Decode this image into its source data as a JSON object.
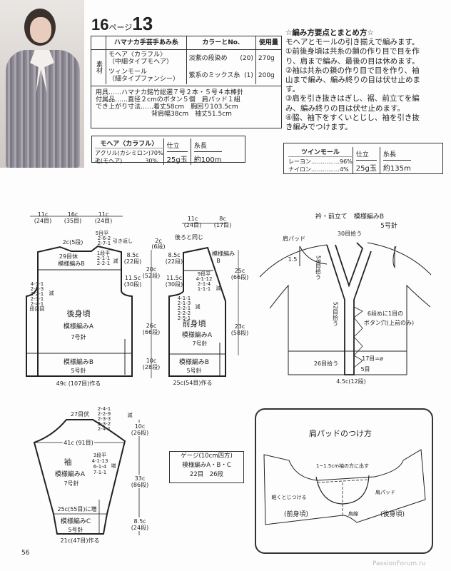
{
  "header": {
    "page_ref": "16",
    "page_ref_suffix": "ページ",
    "pattern_no": "13"
  },
  "materials": {
    "label": "素材",
    "headers": [
      "ハマナカ手芸手あみ糸",
      "カラーとNo.",
      "使用量"
    ],
    "rows": [
      {
        "yarn1": "モヘア〈カラフル〉",
        "yarn2": "（中細タイプモヘア）",
        "color": "淡紫の段染め",
        "no": "(20)",
        "amount": "270g"
      },
      {
        "yarn1": "ツィンモール",
        "yarn2": "（細タイプファンシー）",
        "color": "紫系のミックス糸",
        "no": "(1)",
        "amount": "200g"
      }
    ],
    "tools": [
      "用具……ハマナカ銘竹総選７号２本・５号４本棒針",
      "付属品……直径２cmのボタン５個　肩パッド１組",
      "でき上がり寸法……着丈58cm　胸回り103.5cm",
      "背肩幅38cm　袖丈51.5cm"
    ]
  },
  "instructions": {
    "title": "☆編み方要点とまとめ方☆",
    "lines": [
      "モヘアとモールの引き揃えで編みます。",
      "①前後身頃は共糸の鎖の作り目で目を作",
      "り、肩まで編み、最後の目は休めます。",
      "②袖は共糸の鎖の作り目で目を作り、袖",
      "山まで編み、編み終りの目は伏せ止めま",
      "す。",
      "③肩を引き抜きはぎし、裾、前立てを編",
      "み、編み終りの目は伏せ止めます。",
      "④脇、袖下をすくいとじし、袖を引き抜",
      "き編みでつけます。"
    ]
  },
  "yarn_specs": [
    {
      "name": "モヘア〈カラフル〉",
      "comp": [
        "アクリル(カシミロン)70%",
        "毛(モヘア)…………30%"
      ],
      "h1": "仕立",
      "h2": "糸長",
      "ball": "25g玉",
      "length": "約100m"
    },
    {
      "name": "ツインモール",
      "comp": [
        "レーヨン……………96%",
        "ナイロン……………4%"
      ],
      "h1": "仕立",
      "h2": "糸長",
      "ball": "25g玉",
      "length": "約135m"
    }
  ],
  "back": {
    "w1": "11c",
    "w1s": "(24目)",
    "w2": "16c",
    "w2s": "(35目)",
    "w3": "11c",
    "w3s": "(24目)",
    "neck": "2c(5段)",
    "bo": "29目休",
    "sh1": "5目平",
    "sh2": "2-6-2",
    "sh3": "2-7-1",
    "sh_note": "引き返し",
    "nk1": "1段平",
    "nk2": "2-1-1",
    "nk3": "2-2-1",
    "dec": "減",
    "ah": "8.5c",
    "ahs": "(22段)",
    "ah2": "11.5c",
    "ah2s": "(30段)",
    "arm": [
      "4-1-1",
      "2-1-3",
      "2-2-1",
      "2-3-1",
      "2-4-1",
      "段目回"
    ],
    "name": "後身頃",
    "patA": "模様編みA",
    "needleA": "7号針",
    "patB": "模様編みB",
    "needleB": "5号針",
    "bottom": "49c (107目)作る"
  },
  "front": {
    "w1": "11c",
    "w1s": "(24目)",
    "w2": "8c",
    "w2s": "(17目)",
    "same": "後ろと同じ",
    "d1": "2c",
    "d1s": "(6段)",
    "d2": "20c",
    "d2s": "(52段)",
    "d3": "26c",
    "d3s": "(66段)",
    "d4": "10c",
    "d4s": "(28段)",
    "r1": "25c",
    "r1s": "(66段)",
    "r2": "23c",
    "r2s": "(58段)",
    "ah": "8.5c",
    "ahs": "(22段)",
    "ah2": "11.5c",
    "ah2s": "(30段)",
    "nk": [
      "9段平",
      "4-1-12",
      "2-1-4",
      "1-1-1"
    ],
    "arm": [
      "4-1-1",
      "2-1-3",
      "2-2-1",
      "2-2-2",
      "2-5-1"
    ],
    "dec": "減",
    "patBtop": "模様編み",
    "patBtopB": "B",
    "name": "前身頃",
    "patA": "模様編みA",
    "needleA": "7号針",
    "patB": "模様編みB",
    "needleB": "5号針",
    "bottom": "25c(54目)作る"
  },
  "collar": {
    "title": "衿・前立て　模様編みB",
    "needle": "5号針",
    "pick30": "30目拾う",
    "pad": "肩パッド",
    "pad_off": "1.5",
    "pick58": "58目拾う",
    "pick52": "52目拾う",
    "bh1": "6段めに1目の",
    "bh2": "ボタン穴(上前のみ)",
    "st17": "17目=ø",
    "pick26": "26目拾う",
    "st5": "5目",
    "band": "4.5c(12段)",
    "bh": "ø"
  },
  "sleeve": {
    "bo": "27目伏",
    "cap": [
      "2-4-1",
      "2-2-9",
      "2-3-3",
      "2-3-2",
      "2-4-1"
    ],
    "dec": "減",
    "width": "41c (91目)",
    "name": "袖",
    "patA": "模様編みA",
    "needleA": "7号針",
    "inc": [
      "3段平",
      "4-1-13",
      "6-1-4",
      "7-1-1"
    ],
    "incl": "増",
    "cuffw": "25c(55目)に増",
    "patC": "模様編みC",
    "needleC": "5号針",
    "bottom": "21c(47目)作る",
    "h1": "10c",
    "h1s": "(26段)",
    "h2": "33c",
    "h2s": "(86段)",
    "h3": "8.5c",
    "h3s": "(24段)"
  },
  "gauge": {
    "title": "ゲージ(10cm四方)",
    "pat": "模様編みA・B・C",
    "val": "22目　26段"
  },
  "shoulder_pad": {
    "title": "肩パッドのつけ方",
    "offset": "1~1.5cm袖の方に出す",
    "tack": "軽くとじつける",
    "pad": "肩パッド",
    "seam": "肩線",
    "front": "(前身頃)",
    "back": "(後身頃)"
  },
  "page_number": "56",
  "watermark": "PassionForum.ru"
}
